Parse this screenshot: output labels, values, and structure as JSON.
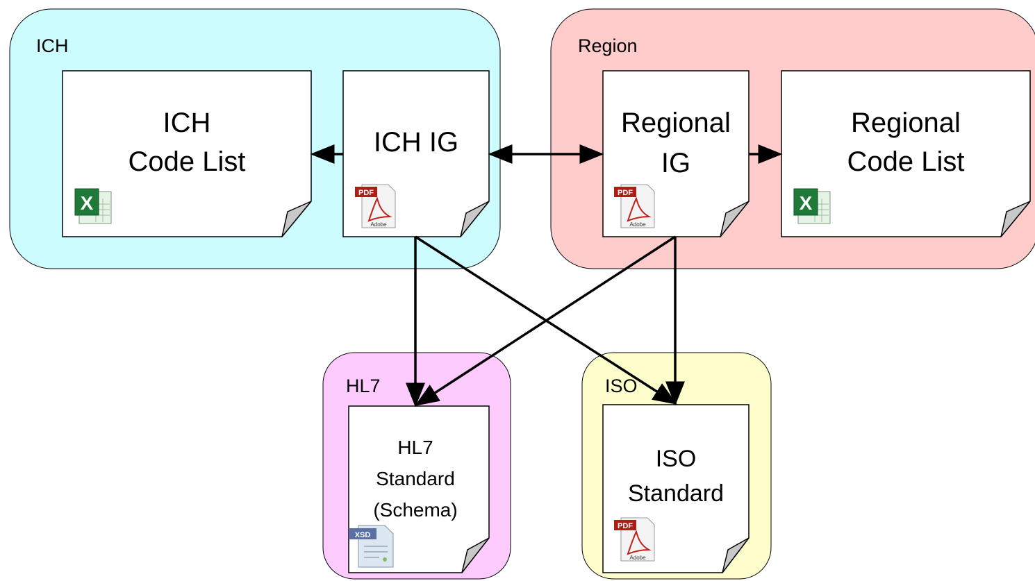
{
  "groups": {
    "ich": {
      "label": "ICH",
      "color": "#ccfcfe"
    },
    "region": {
      "label": "Region",
      "color": "#fecccb"
    },
    "hl7": {
      "label": "HL7",
      "color": "#fecbfe"
    },
    "iso": {
      "label": "ISO",
      "color": "#fefecc"
    }
  },
  "documents": {
    "ich_code_list": {
      "lines": [
        "ICH",
        "Code List"
      ],
      "icon": "excel-icon"
    },
    "ich_ig": {
      "lines": [
        "ICH IG"
      ],
      "icon": "pdf-icon",
      "icon_label": "PDF",
      "icon_sub": "Adobe"
    },
    "regional_ig": {
      "lines": [
        "Regional",
        "IG"
      ],
      "icon": "pdf-icon",
      "icon_label": "PDF",
      "icon_sub": "Adobe"
    },
    "regional_code_list": {
      "lines": [
        "Regional",
        "Code List"
      ],
      "icon": "excel-icon"
    },
    "hl7_standard": {
      "lines": [
        "HL7",
        "Standard",
        "(Schema)"
      ],
      "icon": "xsd-icon",
      "icon_label": "XSD"
    },
    "iso_standard": {
      "lines": [
        "ISO",
        "Standard"
      ],
      "icon": "pdf-icon",
      "icon_label": "PDF",
      "icon_sub": "Adobe"
    }
  },
  "connections": [
    {
      "from": "ich_ig",
      "to": "ich_code_list",
      "kind": "single"
    },
    {
      "from": "ich_ig",
      "to": "regional_ig",
      "kind": "double"
    },
    {
      "from": "regional_ig",
      "to": "regional_code_list",
      "kind": "single"
    },
    {
      "from": "ich_ig",
      "to": "hl7_standard",
      "kind": "single"
    },
    {
      "from": "ich_ig",
      "to": "iso_standard",
      "kind": "single"
    },
    {
      "from": "regional_ig",
      "to": "hl7_standard",
      "kind": "single"
    },
    {
      "from": "regional_ig",
      "to": "iso_standard",
      "kind": "single"
    }
  ]
}
